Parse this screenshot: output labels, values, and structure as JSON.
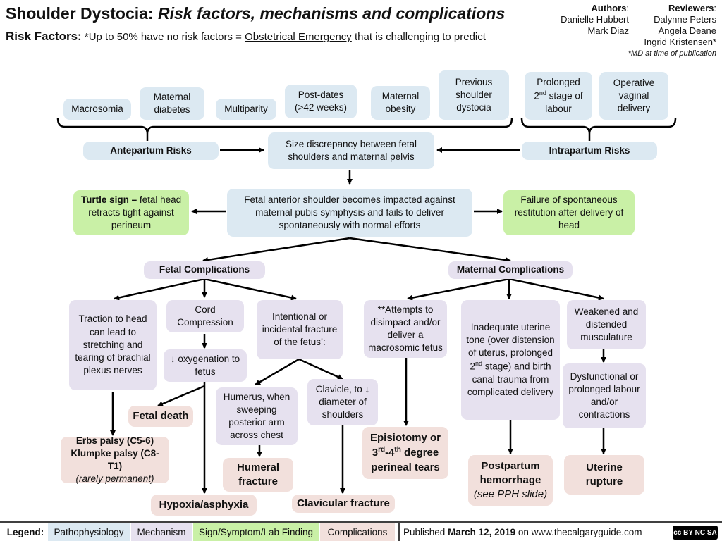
{
  "title": {
    "main": "Shoulder Dystocia:",
    "sub": "Risk factors, mechanisms and complications"
  },
  "risk_line": {
    "label": "Risk Factors:",
    "pre": "*Up to 50% have no risk factors =",
    "link": "Obstetrical Emergency",
    "post": "that is challenging to predict"
  },
  "credits": {
    "authors_label": "Authors",
    "authors": [
      "Danielle Hubbert",
      "Mark Diaz"
    ],
    "reviewers_label": "Reviewers",
    "reviewers": [
      "Dalynne Peters",
      "Angela Deane",
      "Ingrid Kristensen*"
    ],
    "note": "*MD at time of publication"
  },
  "antepartum_factors": [
    "Macrosomia",
    "Maternal diabetes",
    "Multiparity",
    "Post-dates (>42 weeks)",
    "Maternal obesity",
    "Previous shoulder dystocia"
  ],
  "intrapartum_factors": {
    "prolonged_pre": "Prolonged",
    "prolonged_sup": "nd",
    "prolonged_post": "stage of labour",
    "operative": "Operative vaginal delivery"
  },
  "antepartum_risks": "Antepartum Risks",
  "intrapartum_risks": "Intrapartum Risks",
  "size_discrepancy": "Size discrepancy between fetal shoulders and maternal pelvis",
  "turtle_sign": {
    "bold": "Turtle sign –",
    "rest": "fetal head retracts tight against perineum"
  },
  "impacted": "Fetal anterior shoulder becomes impacted against maternal pubis symphysis and fails to deliver spontaneously with normal efforts",
  "restitution": "Failure of spontaneous restitution after delivery of head",
  "fetal_complications": "Fetal Complications",
  "maternal_complications": "Maternal Complications",
  "traction": "Traction to head can lead to stretching and tearing of brachial plexus nerves",
  "cord": "Cord Compression",
  "oxygenation": "↓ oxygenation to fetus",
  "intentional": "Intentional or incidental fracture of the fetus’:",
  "humerus": "Humerus, when sweeping posterior arm across chest",
  "clavicle": "Clavicle, to ↓ diameter of shoulders",
  "attempts": "**Attempts to disimpact and/or deliver a macrosomic fetus",
  "uterine_tone": {
    "pre": "Inadequate uterine tone (over distension of uterus, prolonged 2",
    "sup": "nd",
    "post": "stage) and birth canal trauma from complicated delivery"
  },
  "weakened": "Weakened and distended musculature",
  "dysfunctional": "Dysfunctional or prolonged labour and/or contractions",
  "fetal_death": "Fetal death",
  "erbs": {
    "line1": "Erbs palsy (C5-6)",
    "line2": "Klumpke palsy (C8-T1)",
    "line3": "(rarely permanent)"
  },
  "humeral_fracture": "Humeral fracture",
  "hypoxia": "Hypoxia/asphyxia",
  "clavicular_fracture": "Clavicular fracture",
  "episiotomy": {
    "pre": "Episiotomy or 3",
    "sup1": "rd",
    "mid": "-4",
    "sup2": "th",
    "post": "degree perineal tears"
  },
  "pph": {
    "main": "Postpartum hemorrhage",
    "note": "(see PPH slide)"
  },
  "uterine_rupture": "Uterine rupture",
  "legend": {
    "label": "Legend:",
    "items": [
      "Pathophysiology",
      "Mechanism",
      "Sign/Symptom/Lab Finding",
      "Complications"
    ]
  },
  "published": {
    "pre": "Published",
    "date": "March 12, 2019",
    "post": "on www.thecalgaryguide.com"
  },
  "cc_badge": "cc BY NC SA",
  "colors": {
    "pathophysiology": "#dce9f2",
    "mechanism": "#e6e1ef",
    "sign": "#c9f0a6",
    "complication": "#f2e0dc"
  }
}
